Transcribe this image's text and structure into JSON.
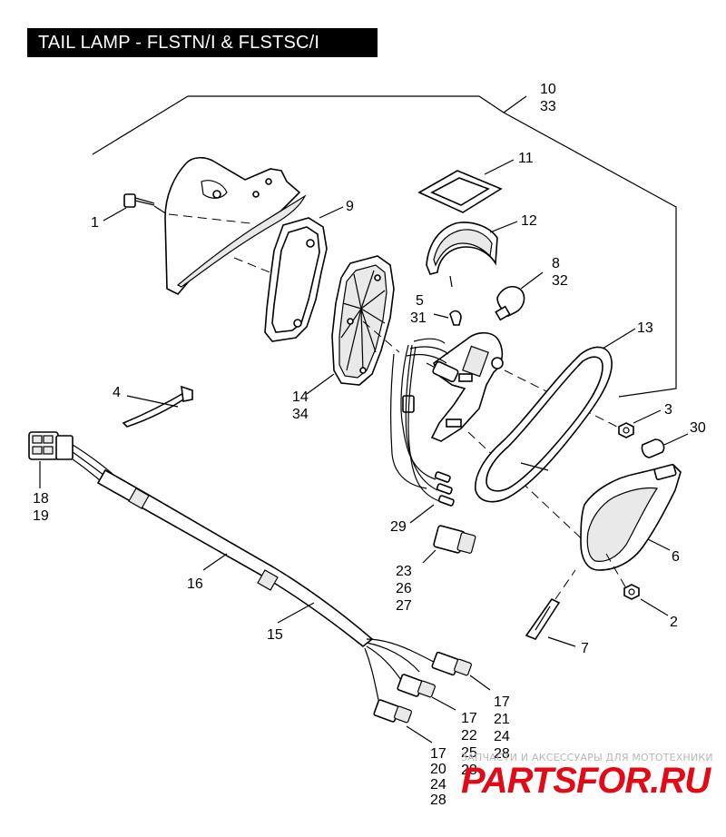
{
  "title": "TAIL LAMP - FLSTN/I & FLSTSC/I",
  "callouts": [
    {
      "id": "c10-33",
      "lines": [
        "10",
        "33"
      ]
    },
    {
      "id": "c11",
      "lines": [
        "11"
      ]
    },
    {
      "id": "c1",
      "lines": [
        "1"
      ]
    },
    {
      "id": "c9",
      "lines": [
        "9"
      ]
    },
    {
      "id": "c12",
      "lines": [
        "12"
      ]
    },
    {
      "id": "c8-32",
      "lines": [
        "8",
        "32"
      ]
    },
    {
      "id": "c5-31",
      "lines": [
        "5",
        "31"
      ]
    },
    {
      "id": "c13",
      "lines": [
        "13"
      ]
    },
    {
      "id": "c14-34",
      "lines": [
        "14",
        "34"
      ]
    },
    {
      "id": "c4",
      "lines": [
        "4"
      ]
    },
    {
      "id": "c3",
      "lines": [
        "3"
      ]
    },
    {
      "id": "c30",
      "lines": [
        "30"
      ]
    },
    {
      "id": "c18-19",
      "lines": [
        "18",
        "19"
      ]
    },
    {
      "id": "c6",
      "lines": [
        "6"
      ]
    },
    {
      "id": "c29",
      "lines": [
        "29"
      ]
    },
    {
      "id": "c23-26-27",
      "lines": [
        "23",
        "26",
        "27"
      ]
    },
    {
      "id": "c16",
      "lines": [
        "16"
      ]
    },
    {
      "id": "c2",
      "lines": [
        "2"
      ]
    },
    {
      "id": "c15",
      "lines": [
        "15"
      ]
    },
    {
      "id": "c7",
      "lines": [
        "7"
      ]
    },
    {
      "id": "c17-21-24-28",
      "lines": [
        "17",
        "21",
        "24",
        "28"
      ]
    },
    {
      "id": "c17-22-25-28",
      "lines": [
        "17",
        "22",
        "25",
        "28"
      ]
    },
    {
      "id": "c17-20-24-28",
      "lines": [
        "17",
        "20",
        "24",
        "28"
      ]
    }
  ],
  "watermark": {
    "tagline": "ЗАПЧАСТИ И АКСЕССУАРЫ ДЛЯ МОТОТЕХНИКИ",
    "brand": "PARTSFOR.RU"
  }
}
